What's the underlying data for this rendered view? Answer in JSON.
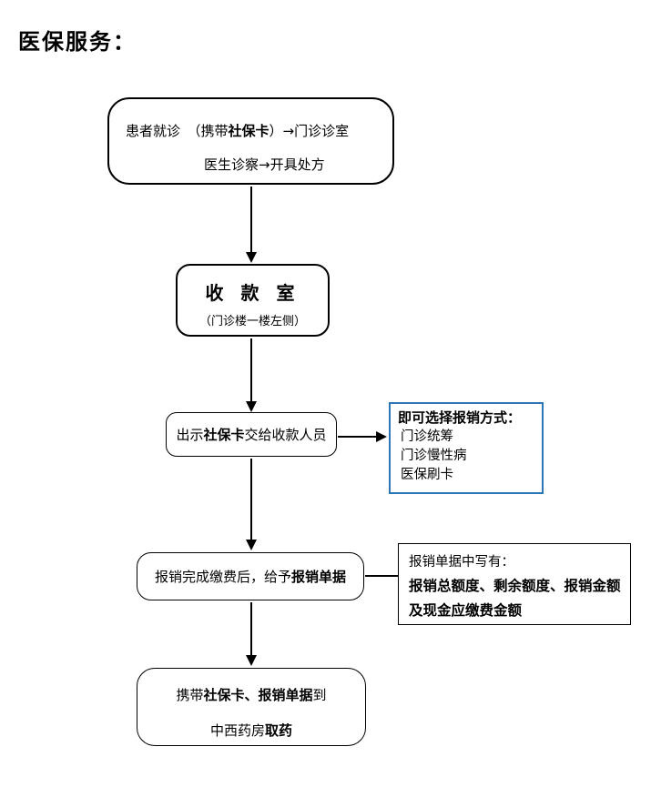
{
  "title": {
    "text": "医保服务："
  },
  "flow": {
    "box1": {
      "line1_pre": "患者就诊　（携带",
      "line1_bold": "社保卡",
      "line1_post": "）→门诊诊室",
      "line2": "医生诊察→开具处方"
    },
    "box2": {
      "title": "收 款 室",
      "subtitle": "（门诊楼一楼左侧）"
    },
    "box3": {
      "pre": "出示",
      "bold": "社保卡",
      "post": "交给收款人员"
    },
    "box5": {
      "pre": "报销完成缴费后，给予",
      "bold": "报销单据"
    },
    "box7": {
      "line1_pre": "携带",
      "line1_bold": "社保卡、报销单据",
      "line1_post": "到",
      "line2_pre": "中西药房",
      "line2_bold": "取药"
    }
  },
  "blue_box": {
    "heading": "即可选择报销方式：",
    "items": [
      "门诊统筹",
      "门诊慢性病",
      "医保刷卡"
    ],
    "border_color": "#2E75B6"
  },
  "note_box": {
    "line1": "报销单据中写有：",
    "line2_bold": "报销总额度、剩余额度、报销金额",
    "line3_bold": "及现金应缴费金额"
  }
}
